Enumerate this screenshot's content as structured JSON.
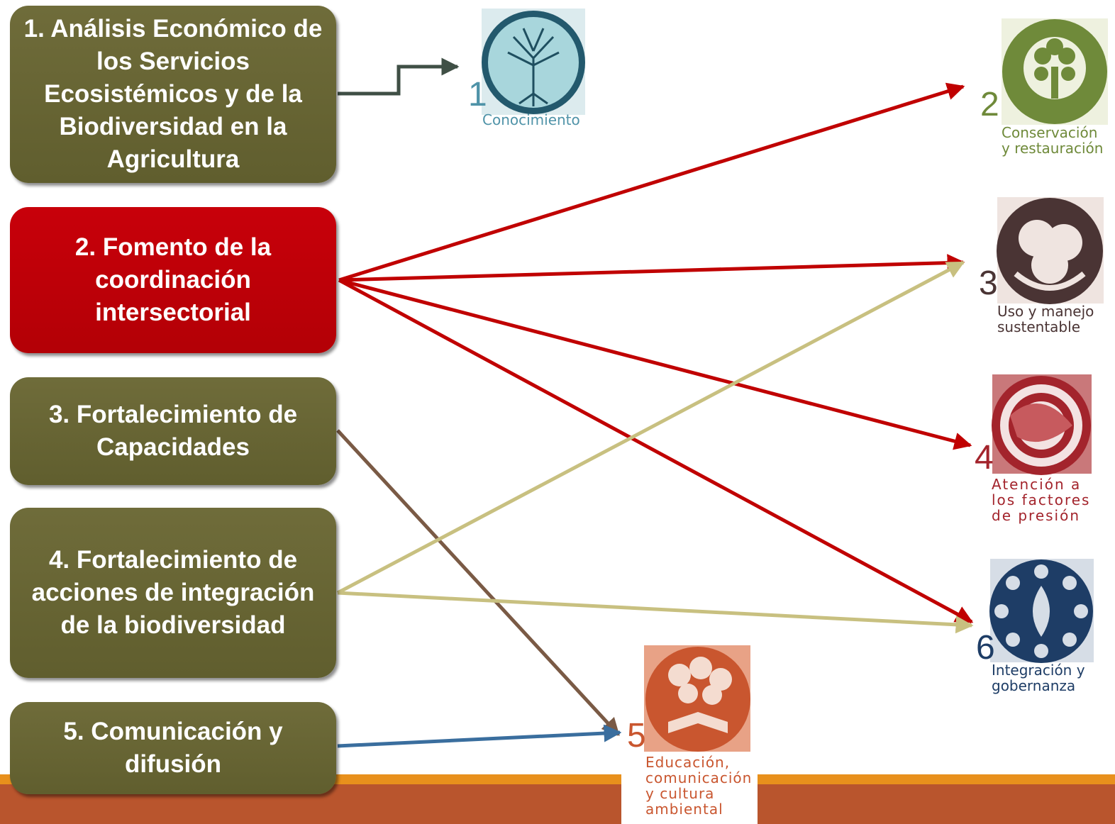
{
  "actions": [
    {
      "label": "1. Análisis Económico de los Servicios Ecosistémicos y de la Biodiversidad en la Agricultura",
      "color": "#666433"
    },
    {
      "label": "2. Fomento de la coordinación intersectorial",
      "color": "#bf0007"
    },
    {
      "label": "3. Fortalecimiento de Capacidades",
      "color": "#666433"
    },
    {
      "label": "4. Fortalecimiento de acciones de integración de la biodiversidad",
      "color": "#666433"
    },
    {
      "label": "5. Comunicación y difusión",
      "color": "#666433"
    }
  ],
  "axes": [
    {
      "number": "1",
      "label": "Conocimiento",
      "color": "#4f93a8",
      "icon": "tree-icon"
    },
    {
      "number": "2",
      "label": "Conservación\ny restauración",
      "color": "#6f8a3a",
      "icon": "tree-hands-icon"
    },
    {
      "number": "3",
      "label": "Uso y manejo\nsustentable",
      "color": "#4a3434",
      "icon": "hands-people-icon"
    },
    {
      "number": "4",
      "label": "Atención a\nlos factores\nde presión",
      "color": "#a3242c",
      "icon": "pressure-swirl-icon"
    },
    {
      "number": "5",
      "label": "Educación,\ncomunicación\ny cultura\nambiental",
      "color": "#c9562f",
      "icon": "book-tree-icon"
    },
    {
      "number": "6",
      "label": "Integración y\ngobernanza",
      "color": "#1e3d66",
      "icon": "flower-circle-icon"
    }
  ],
  "connections": [
    {
      "from": "1",
      "to": "1",
      "color": "#3f4f45"
    },
    {
      "from": "2",
      "to": "2",
      "color": "#c00000"
    },
    {
      "from": "2",
      "to": "3",
      "color": "#c00000"
    },
    {
      "from": "2",
      "to": "4",
      "color": "#c00000"
    },
    {
      "from": "2",
      "to": "6",
      "color": "#c00000"
    },
    {
      "from": "3",
      "to": "5",
      "color": "#7a5a45"
    },
    {
      "from": "4",
      "to": "3",
      "color": "#c8c080"
    },
    {
      "from": "4",
      "to": "6",
      "color": "#c8c080"
    },
    {
      "from": "5",
      "to": "5",
      "color": "#3a6e9e"
    }
  ]
}
